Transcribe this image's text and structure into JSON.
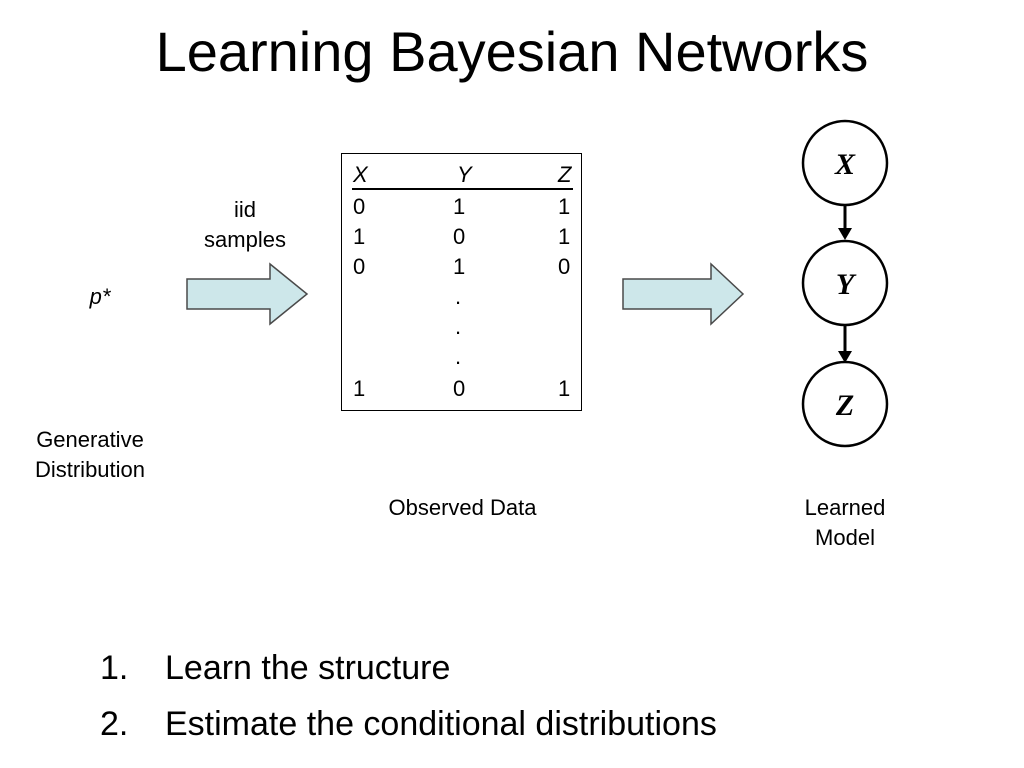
{
  "title": "Learning Bayesian Networks",
  "generative": {
    "symbol": "p*",
    "caption": [
      "Generative",
      "Distribution"
    ]
  },
  "sampling_label": [
    "iid",
    "samples"
  ],
  "data_table": {
    "headers": [
      "X",
      "Y",
      "Z"
    ],
    "rows": [
      [
        "0",
        "1",
        "1"
      ],
      [
        "1",
        "0",
        "1"
      ],
      [
        "0",
        "1",
        "0"
      ]
    ],
    "ellipsis": [
      ".",
      ".",
      "."
    ],
    "last_row": [
      "1",
      "0",
      "1"
    ],
    "caption": "Observed Data"
  },
  "model": {
    "nodes": [
      "X",
      "Y",
      "Z"
    ],
    "edges": [
      [
        "X",
        "Y"
      ],
      [
        "Y",
        "Z"
      ]
    ],
    "caption": [
      "Learned",
      "Model"
    ]
  },
  "steps": [
    {
      "number": "1.",
      "text": "Learn the structure"
    },
    {
      "number": "2.",
      "text": "Estimate the conditional distributions"
    }
  ],
  "colors": {
    "arrow_fill": "#cde7ea",
    "arrow_stroke": "#4a4a4a",
    "node_stroke": "#000000"
  }
}
